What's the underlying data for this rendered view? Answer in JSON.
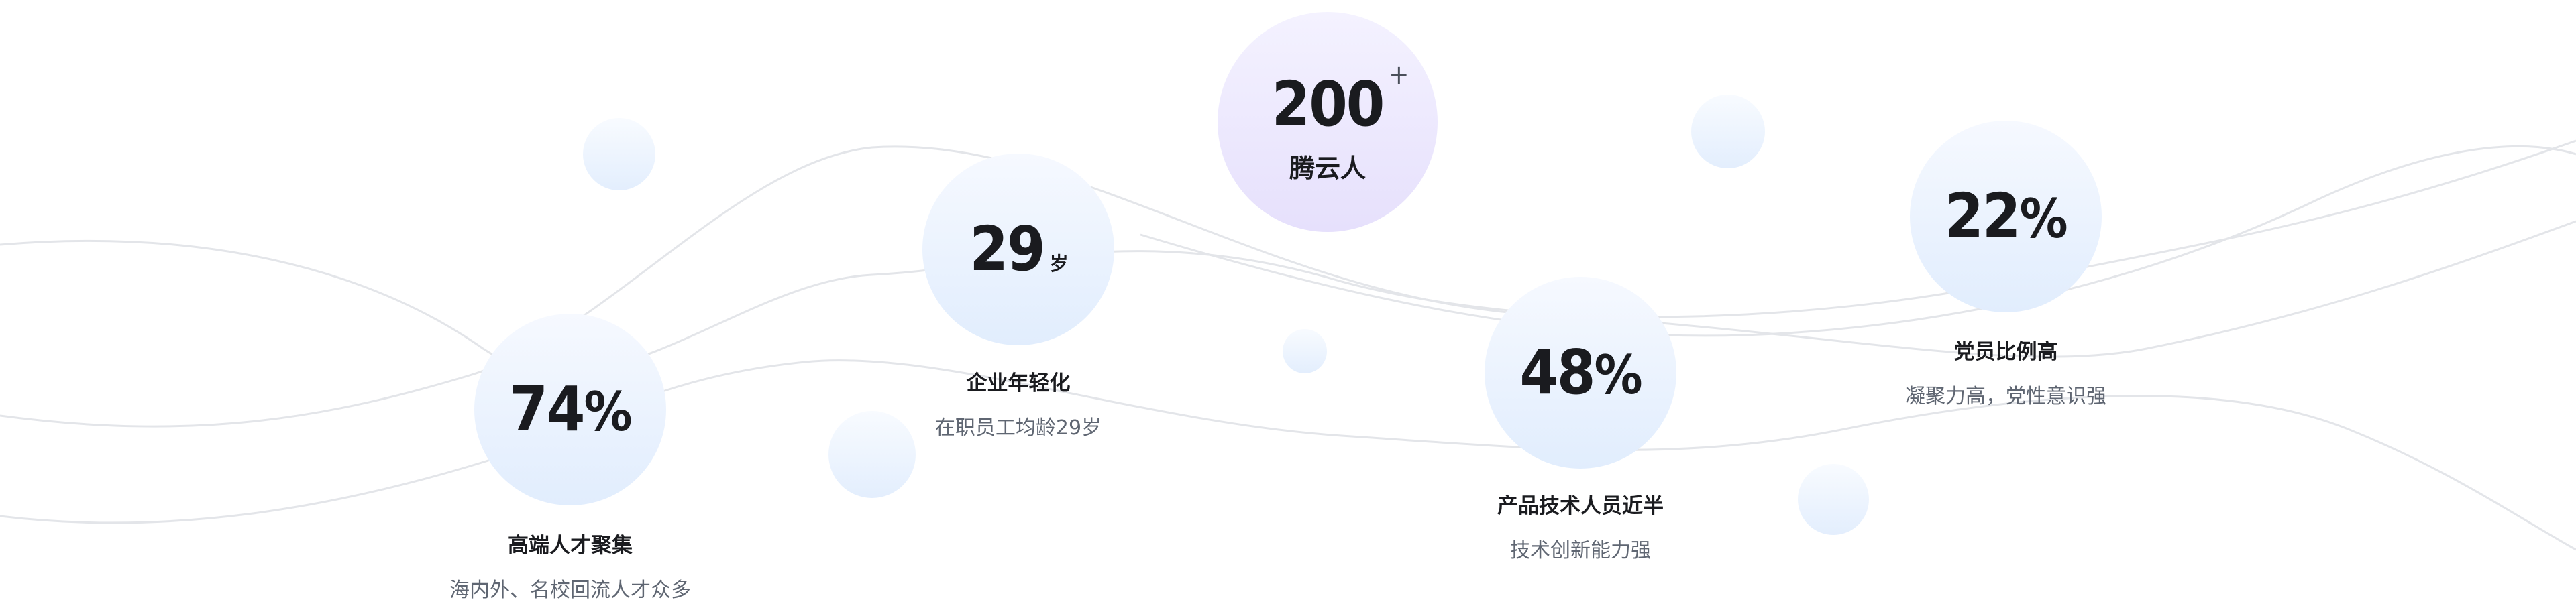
{
  "stats": [
    {
      "value": "74",
      "unit": "%",
      "title": "高端人才聚集",
      "desc": "海内外、名校回流人才众多"
    },
    {
      "value": "29",
      "unit": "岁",
      "title": "企业年轻化",
      "desc": "在职员工均龄29岁"
    },
    {
      "value": "200",
      "sup": "+",
      "caption": "腾云人"
    },
    {
      "value": "48",
      "unit": "%",
      "title": "产品技术人员近半",
      "desc": "技术创新能力强"
    },
    {
      "value": "22",
      "unit": "%",
      "title": "党员比例高",
      "desc": "凝聚力高，党性意识强"
    }
  ],
  "colors": {
    "text": "#1a1b1f",
    "muted": "#5f6672",
    "bubble_blue": "#e1edfd",
    "bubble_purple": "#e6e0fc",
    "line": "#e2e4e8"
  }
}
